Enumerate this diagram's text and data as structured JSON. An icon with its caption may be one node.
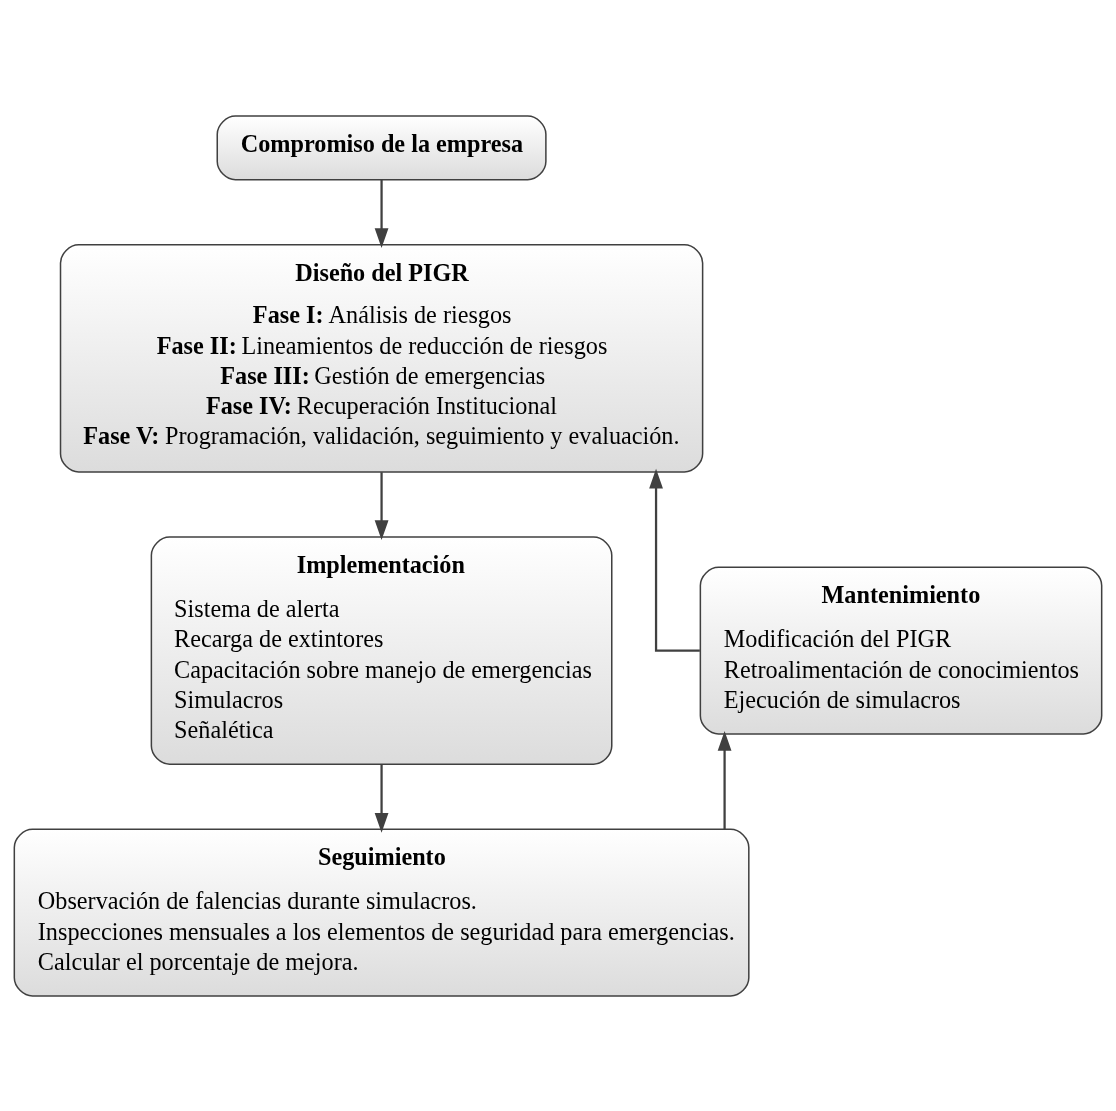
{
  "diagram": {
    "nodes": [
      {
        "text": [
          "Compromiso de la empresa"
        ]
      },
      {
        "text": [
          "Diseño del PIGR",
          "**Fase I:** Análisis de riesgos",
          "**Fase II:** Lineamientos de reducción de riesgos",
          "**Fase III:** Gestión de emergencias",
          "**Fase IV:** Recuperación Institucional",
          "**Fase V:** Programación, validación, seguimiento y evaluación."
        ]
      },
      {
        "text": [
          "Implementación",
          "Sistema de alerta",
          "Recarga de extintores",
          "Capacitación sobre manejo de emergencias",
          "Simulacros",
          "Señalética"
        ]
      },
      {
        "text": [
          "Seguimiento",
          "Observación de falencias durante simulacros.",
          "Inspecciones mensuales a los elementos de seguridad para emergencias.",
          "Calcular el porcentaje de mejora."
        ]
      },
      {
        "text": [
          "Mantenimiento",
          "Modificación del PIGR",
          "Retroalimentación de conocimientos",
          "Ejecución de simulacros"
        ]
      }
    ],
    "edges": [
      {
        "from": 0,
        "to": 1,
        "arrow": "to"
      },
      {
        "from": 1,
        "to": 2,
        "arrow": "to"
      },
      {
        "from": 2,
        "to": 3,
        "arrow": "to"
      },
      {
        "from": 3,
        "to": 4,
        "arrow": "to"
      },
      {
        "from": 4,
        "to": 1,
        "arrow": "to"
      }
    ]
  }
}
